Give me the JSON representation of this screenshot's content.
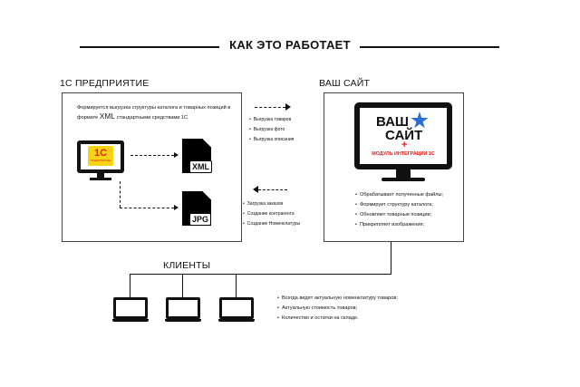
{
  "title": "КАК ЭТО РАБОТАЕТ",
  "left_section": {
    "heading": "1С ПРЕДПРИЯТИЕ",
    "description_prefix": "Формируется выгрузка структуры каталога и товарных позиций в формате",
    "description_format": "XML",
    "description_suffix": "стандартными средствами 1С",
    "logo_text": "1С",
    "logo_subtext": "ПРЕДПРИЯТИЕ",
    "files": [
      "XML",
      "JPG"
    ]
  },
  "export_list": [
    "Выгрузка товаров",
    "Выгрузка фото",
    "Выгрузка описания"
  ],
  "import_list": [
    "Загрузка заказов",
    "Создание контрагента",
    "Создание Номенклатуры"
  ],
  "right_section": {
    "heading": "ВАШ САЙТ",
    "screen_line1": "ВАШ",
    "screen_line2": "САЙТ",
    "screen_plus": "+",
    "screen_module": "МОДУЛЬ ИНТЕГРАЦИИ 1С",
    "features": [
      "Обрабатывает полученные файлы;",
      "Формирует структуру каталога;",
      "Обновляет товарные позиции;",
      "Прикрепляет изображения;"
    ]
  },
  "clients": {
    "heading": "КЛИЕНТЫ",
    "benefits": [
      "Всегда видят актуальную номенклатуру товаров;",
      "Актуальную стоимость товаров;",
      "Количество и остатки на складе."
    ]
  },
  "colors": {
    "accent_red": "#e0201b",
    "star_blue": "#2a6fd6",
    "logo_yellow": "#f5d315"
  }
}
